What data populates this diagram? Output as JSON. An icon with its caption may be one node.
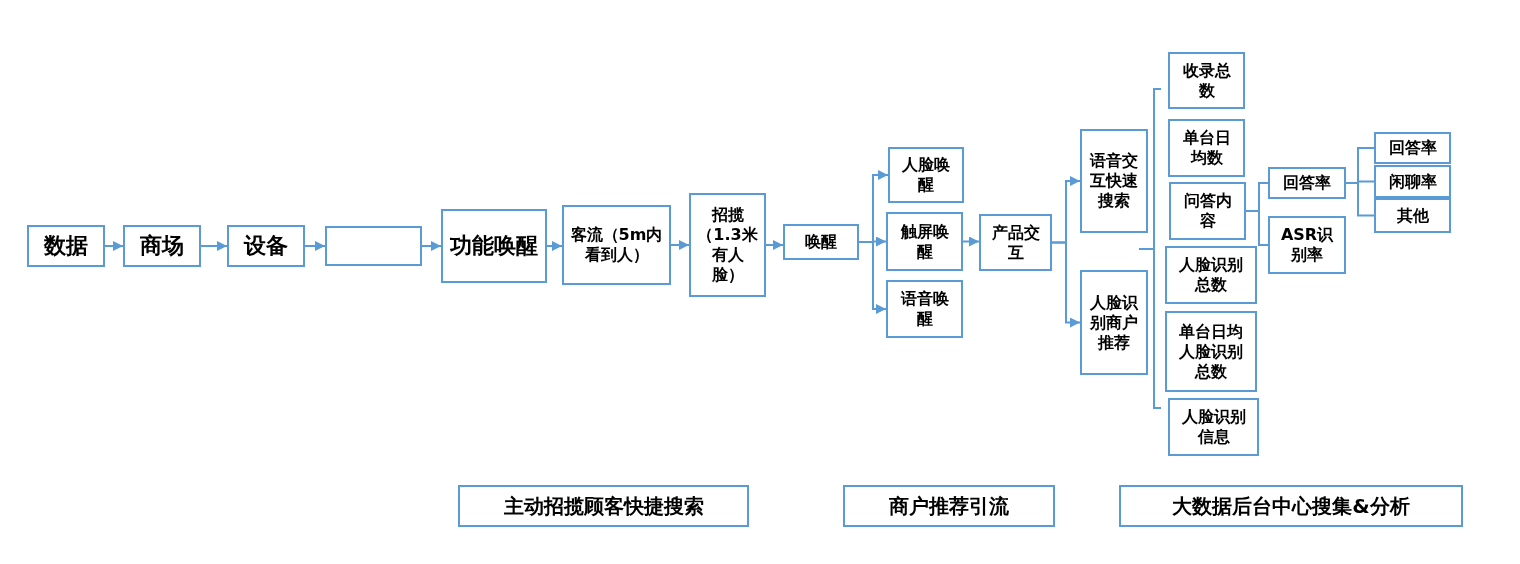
{
  "diagram": {
    "nodes": [
      {
        "text": [
          "数据"
        ]
      },
      {
        "text": [
          "商场"
        ]
      },
      {
        "text": [
          "设备"
        ]
      },
      {
        "text": [],
        "shape": "box"
      },
      {
        "text": [
          "功能唤醒"
        ]
      },
      {
        "text": [
          "客流（5m内看到人）"
        ]
      },
      {
        "text": [
          "招揽（1.3米有人脸）"
        ]
      },
      {
        "text": [
          "唤醒"
        ]
      },
      {
        "text": [
          "人脸唤醒"
        ]
      },
      {
        "text": [
          "触屏唤醒"
        ]
      },
      {
        "text": [
          "语音唤醒"
        ]
      },
      {
        "text": [
          "产品交互"
        ]
      },
      {
        "text": [
          "语音交互快速搜索"
        ]
      },
      {
        "text": [
          "人脸识别商户推荐"
        ]
      },
      {
        "text": [
          "收录总数"
        ]
      },
      {
        "text": [
          "单台日均数"
        ]
      },
      {
        "text": [
          "问答内容"
        ]
      },
      {
        "text": [
          "人脸识别总数"
        ]
      },
      {
        "text": [
          "单台日均人脸识别总数"
        ]
      },
      {
        "text": [
          "人脸识别信息"
        ]
      },
      {
        "text": [
          "回答率"
        ]
      },
      {
        "text": [
          "ASR识别率"
        ]
      },
      {
        "text": [
          "回答率"
        ]
      },
      {
        "text": [
          "闲聊率"
        ]
      },
      {
        "text": [
          "其他"
        ]
      },
      {
        "text": [
          "主动招揽顾客快捷搜索"
        ]
      },
      {
        "text": [
          "商户推荐引流"
        ]
      },
      {
        "text": [
          "大数据后台中心搜集&分析"
        ]
      }
    ],
    "edges": [
      {
        "from": 0,
        "to": 1,
        "arrow": "to"
      },
      {
        "from": 1,
        "to": 2,
        "arrow": "to"
      },
      {
        "from": 2,
        "to": 3,
        "arrow": "to"
      },
      {
        "from": 3,
        "to": 4,
        "arrow": "to"
      },
      {
        "from": 4,
        "to": 5,
        "arrow": "to"
      },
      {
        "from": 5,
        "to": 6,
        "arrow": "to"
      },
      {
        "from": 6,
        "to": 7,
        "arrow": "to"
      },
      {
        "from": 7,
        "to": 8,
        "arrow": "to"
      },
      {
        "from": 7,
        "to": 9,
        "arrow": "to"
      },
      {
        "from": 7,
        "to": 10,
        "arrow": "to"
      },
      {
        "from": 9,
        "to": 11,
        "arrow": "to"
      },
      {
        "from": 11,
        "to": 12,
        "arrow": "to"
      },
      {
        "from": 11,
        "to": 13,
        "arrow": "to"
      },
      {
        "from": 16,
        "to": 20,
        "arrow": "none"
      },
      {
        "from": 16,
        "to": 21,
        "arrow": "none"
      },
      {
        "from": 20,
        "to": 22,
        "arrow": "none"
      },
      {
        "from": 20,
        "to": 23,
        "arrow": "none"
      },
      {
        "from": 20,
        "to": 24,
        "arrow": "none"
      }
    ]
  }
}
